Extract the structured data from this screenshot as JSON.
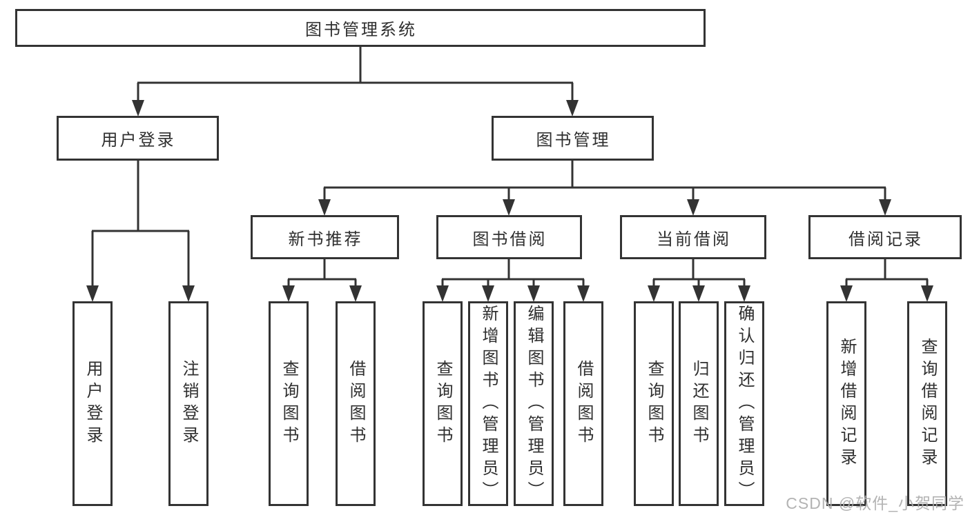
{
  "watermark": {
    "text": "CSDN @软件_小贺同学"
  },
  "colors": {
    "line": "#333333",
    "box_border": "#333333",
    "box_background": "#ffffff",
    "text": "#2f2f2f",
    "watermark": "#acacac"
  },
  "diagram": {
    "type": "hierarchy-tree",
    "title": "图书管理系统",
    "branches": [
      {
        "label": "用户登录",
        "children": [
          {
            "label": "用户登录"
          },
          {
            "label": "注销登录"
          }
        ]
      },
      {
        "label": "图书管理",
        "children": [
          {
            "label": "新书推荐",
            "children": [
              {
                "label": "查询图书"
              },
              {
                "label": "借阅图书"
              }
            ]
          },
          {
            "label": "图书借阅",
            "children": [
              {
                "label": "查询图书"
              },
              {
                "label": "新增图书（管理员）"
              },
              {
                "label": "编辑图书（管理员）"
              },
              {
                "label": "借阅图书"
              }
            ]
          },
          {
            "label": "当前借阅",
            "children": [
              {
                "label": "查询图书"
              },
              {
                "label": "归还图书"
              },
              {
                "label": "确认归还（管理员）"
              }
            ]
          },
          {
            "label": "借阅记录",
            "children": [
              {
                "label": "新增借阅记录"
              },
              {
                "label": "查询借阅记录"
              }
            ]
          }
        ]
      }
    ]
  }
}
